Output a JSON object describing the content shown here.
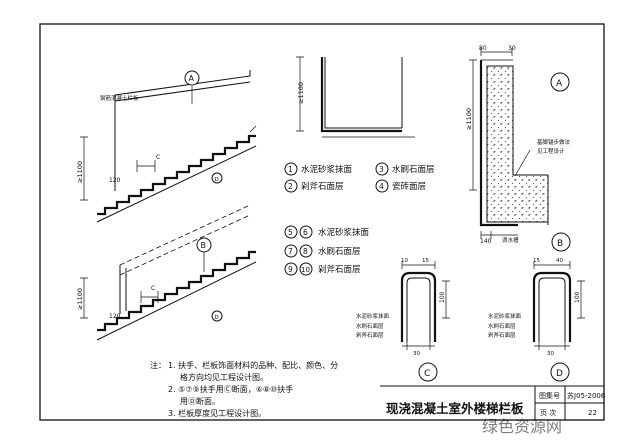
{
  "title_block": {
    "title": "现浇混凝土室外楼梯栏板",
    "atlas_label": "图集号",
    "atlas_no": "苏J05-2006",
    "page_label": "页 次",
    "page_no": "22"
  },
  "watermark": "绿色资源网",
  "stair_top": {
    "callout_id": "A",
    "panel_note": "钢筋混凝土栏板",
    "height_dim": "≥1100",
    "step_dim": "120",
    "section_mark": "C",
    "section_mark_lower": "D"
  },
  "stair_bottom": {
    "callout_id": "B",
    "height_dim": "≥1100",
    "step_dim": "120",
    "section_mark": "C",
    "section_mark_lower": "D"
  },
  "detail_plain": {
    "height_dim": "≥1100"
  },
  "detail_A": {
    "circle_label": "A",
    "dims_top": [
      "80",
      "30"
    ],
    "height_dim": "≥1100",
    "note_line1": "基脚锚步做法",
    "note_line2": "见工程设计"
  },
  "detail_B": {
    "circle_label": "B",
    "dim_bottom": "140",
    "drain_label": "滴水槽"
  },
  "finish_legend": [
    {
      "num": "1",
      "text": "水泥砂浆抹面"
    },
    {
      "num": "3",
      "text": "水刷石面层"
    },
    {
      "num": "2",
      "text": "剁斧石面层"
    },
    {
      "num": "4",
      "text": "瓷砖面层"
    }
  ],
  "finish_legend_pairs": [
    {
      "num_a": "5",
      "num_b": "6",
      "text": "水泥砂浆抹面"
    },
    {
      "num_a": "7",
      "num_b": "8",
      "text": "水刷石面层"
    },
    {
      "num_a": "9",
      "num_b": "10",
      "text": "剁斧石面层"
    }
  ],
  "section_C": {
    "circle_label": "C",
    "dims_top": [
      "10",
      "15"
    ],
    "dim_side": "100",
    "dim_bottom": "30",
    "finish_labels": [
      "水泥砂浆抹面",
      "水刷石面层",
      "剁斧石面层"
    ]
  },
  "section_D": {
    "circle_label": "D",
    "dims_top": [
      "15",
      "40"
    ],
    "dim_side": "100",
    "dim_bottom": "30",
    "finish_labels": [
      "水泥砂浆抹面",
      "水刷石面层",
      "剁斧石面层"
    ]
  },
  "notes": {
    "intro": "注：",
    "line1": "1. 扶手、栏板饰面材料的品种、配比、颜色、分",
    "line1b": "格方向均见工程设计图。",
    "line2": "2. ⑤⑦⑨扶手用Ⓒ断面，⑥⑧⑩扶手",
    "line2b": "用Ⓓ断面。",
    "line3": "3. 栏板厚度见工程设计图。"
  }
}
